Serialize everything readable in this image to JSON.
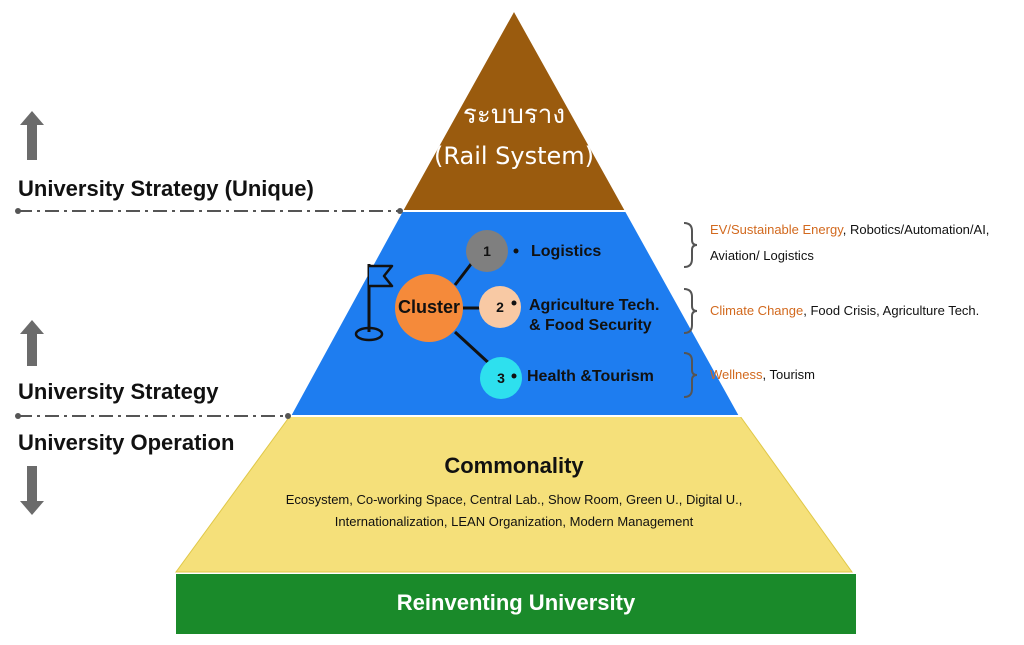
{
  "colors": {
    "top_tier": "#9a5b0e",
    "middle_tier": "#1e7df0",
    "bottom_tier": "#f5e07a",
    "base_bar": "#1a8a2a",
    "cluster_circle": "#f58a3a",
    "circle_1": "#7f7f7f",
    "circle_2": "#f8c9a4",
    "circle_3": "#2ee0ee",
    "arrow": "#6b6b6b",
    "highlight_text": "#d2691e"
  },
  "pyramid": {
    "top": {
      "title_thai": "ระบบราง",
      "title_en": "(Rail System)"
    },
    "middle": {
      "center_label": "Cluster",
      "flag_icon": "flag-icon",
      "items": [
        {
          "number": "1",
          "label_line1": "Logistics",
          "label_line2": ""
        },
        {
          "number": "2",
          "label_line1": "Agriculture Tech.",
          "label_line2": "& Food Security"
        },
        {
          "number": "3",
          "label_line1": "Health &Tourism",
          "label_line2": ""
        }
      ]
    },
    "bottom": {
      "title": "Commonality",
      "line1": "Ecosystem, Co-working Space, Central Lab.,  Show Room, Green U., Digital U.,",
      "line2": "Internationalization, LEAN Organization, Modern Management"
    },
    "base": {
      "label": "Reinventing University"
    }
  },
  "left_labels": {
    "strategy_unique": "University Strategy (Unique)",
    "strategy": "University Strategy",
    "operation": "University Operation"
  },
  "right_notes": [
    {
      "highlight": "EV/Sustainable Energy",
      "rest_line1": ", Robotics/Automation/AI,",
      "line2": "Aviation/ Logistics"
    },
    {
      "highlight": "Climate Change",
      "rest_line1": ", Food Crisis, Agriculture Tech.",
      "line2": ""
    },
    {
      "highlight": "Wellness",
      "rest_line1": ", Tourism",
      "line2": ""
    }
  ]
}
